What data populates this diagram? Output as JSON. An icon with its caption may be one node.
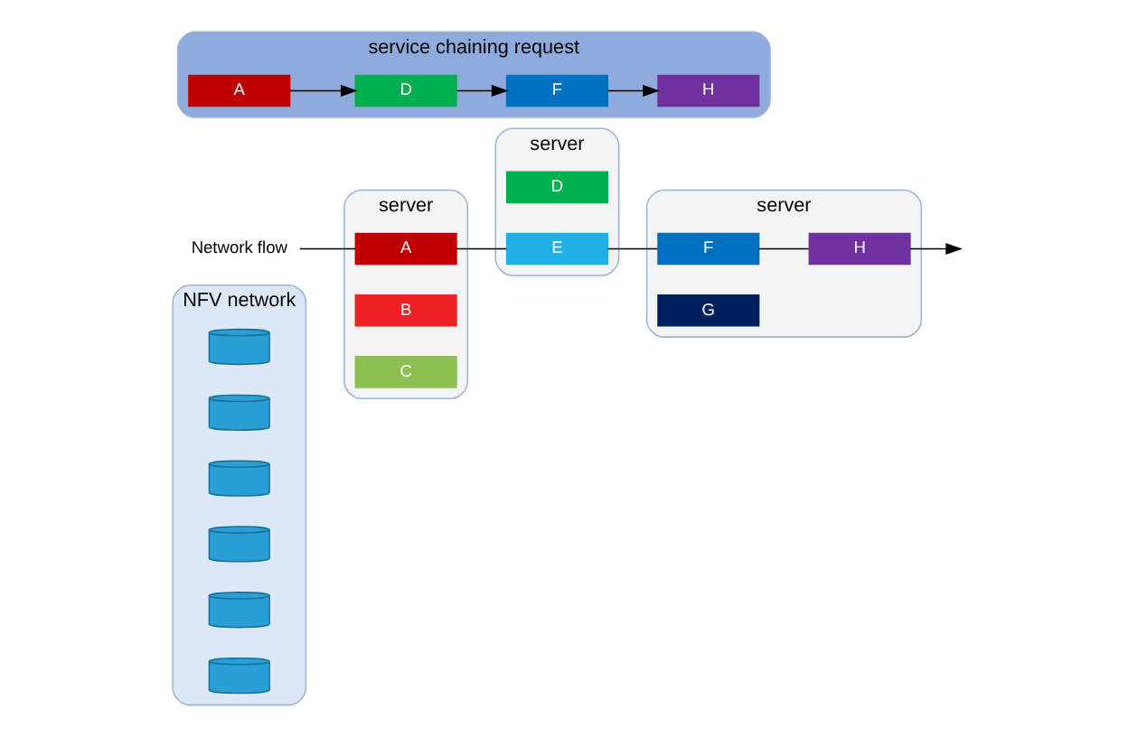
{
  "diagram": {
    "nodes": [
      {
        "text": [
          "NFV network"
        ]
      },
      {
        "text": [],
        "shape": "cylinder",
        "in": 0
      },
      {
        "text": [],
        "shape": "cylinder",
        "in": 0
      },
      {
        "text": [],
        "shape": "cylinder",
        "in": 0
      },
      {
        "text": [],
        "shape": "cylinder",
        "in": 0
      },
      {
        "text": [],
        "shape": "cylinder",
        "in": 0
      },
      {
        "text": [],
        "shape": "cylinder",
        "in": 0
      },
      {
        "text": [
          "server"
        ]
      },
      {
        "text": [
          "A"
        ],
        "in": 7
      },
      {
        "text": [
          "B"
        ],
        "in": 7
      },
      {
        "text": [
          "C"
        ],
        "in": 7
      },
      {
        "text": [
          "server"
        ]
      },
      {
        "text": [
          "D"
        ],
        "in": 11
      },
      {
        "text": [
          "E"
        ],
        "in": 11
      },
      {
        "text": [
          "server"
        ]
      },
      {
        "text": [
          "F"
        ],
        "in": 14
      },
      {
        "text": [
          "G"
        ],
        "in": 14
      },
      {
        "text": [
          "H"
        ],
        "in": 14
      },
      {
        "text": [
          "Network flow"
        ]
      },
      {
        "text": [
          "service chaining request"
        ]
      },
      {
        "text": [
          "A"
        ],
        "in": 19
      },
      {
        "text": [
          "D"
        ],
        "in": 19
      },
      {
        "text": [
          "F"
        ],
        "in": 19
      },
      {
        "text": [
          "H"
        ],
        "in": 19
      }
    ],
    "edges": [
      {
        "from": 18,
        "to": 8,
        "arrow": "none"
      },
      {
        "from": 8,
        "to": 13,
        "arrow": "none"
      },
      {
        "from": 13,
        "to": 15,
        "arrow": "none"
      },
      {
        "from": 15,
        "to": 17,
        "arrow": "none"
      },
      {
        "from": 17,
        "to": null,
        "arrow": "to"
      },
      {
        "from": 20,
        "to": 21,
        "arrow": "to"
      },
      {
        "from": 21,
        "to": 22,
        "arrow": "to"
      },
      {
        "from": 22,
        "to": 23,
        "arrow": "to"
      }
    ]
  }
}
